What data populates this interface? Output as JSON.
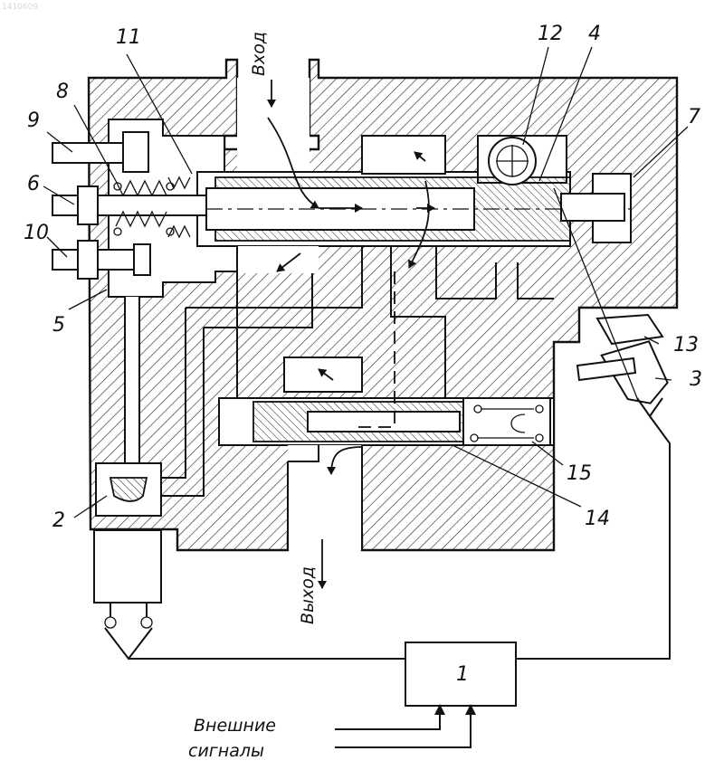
{
  "stamp": "1410609",
  "labels": {
    "n1": "1",
    "n2": "2",
    "n3": "3",
    "n4": "4",
    "n5": "5",
    "n6": "6",
    "n7": "7",
    "n8": "8",
    "n9": "9",
    "n10": "10",
    "n11": "11",
    "n12": "12",
    "n13": "13",
    "n14": "14",
    "n15": "15"
  },
  "inlet": "Вход",
  "outlet": "Выход",
  "signals_line1": "Внешние",
  "signals_line2": "сигналы"
}
